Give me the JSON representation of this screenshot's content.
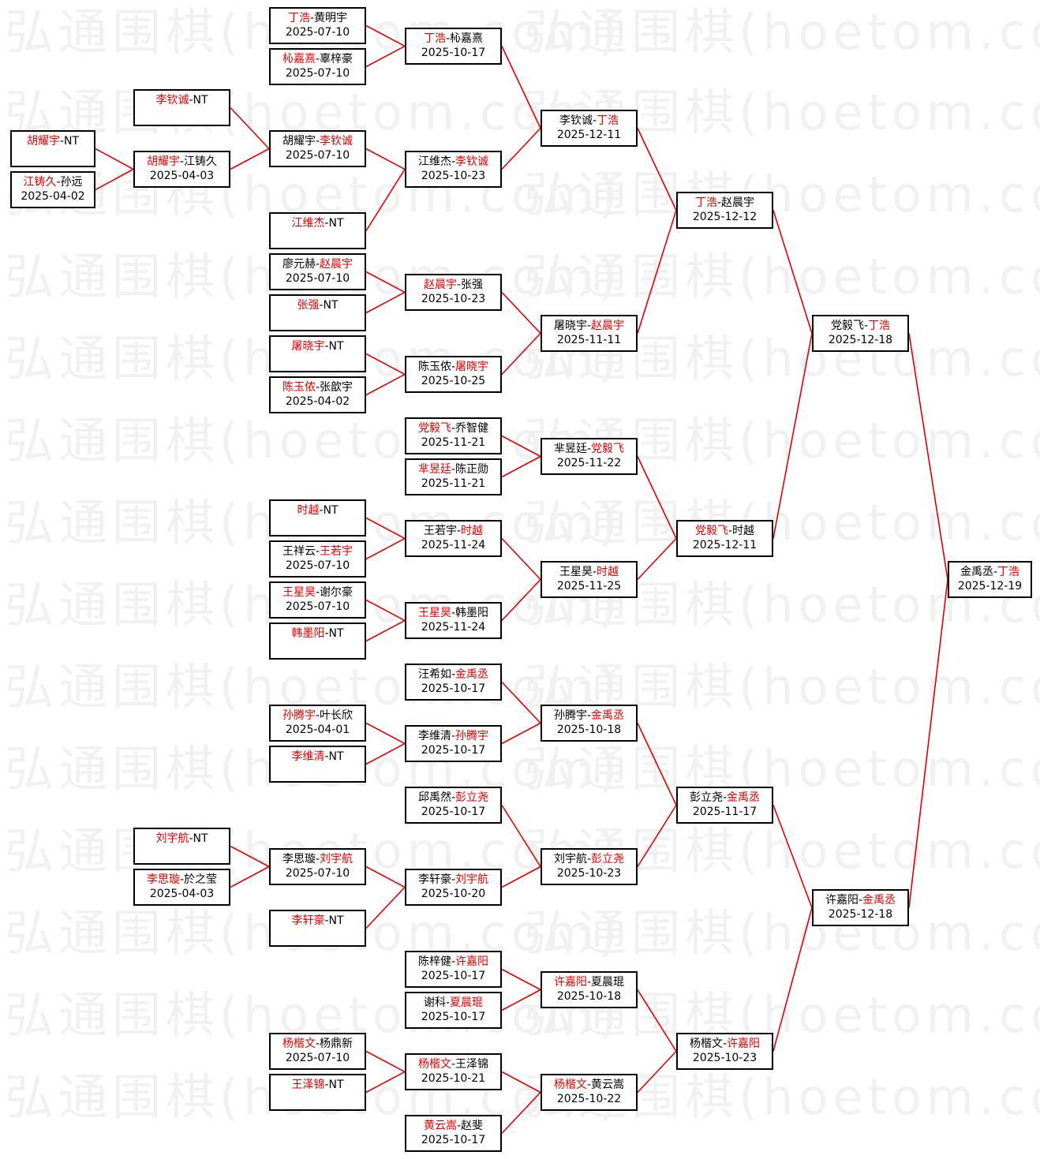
{
  "watermark": "弘通围棋(hoetom.com)",
  "colors": {
    "winner": "#e00000",
    "line": "#e00000",
    "border": "#000000",
    "watermark": "#f1f1f1"
  },
  "matches": {
    "r0_a": {
      "p1": "胡耀宇",
      "p2": "NT",
      "winner": 1,
      "date": ""
    },
    "r0_b": {
      "p1": "江铸久",
      "p2": "孙远",
      "winner": 1,
      "date": "2025-04-02"
    },
    "r1_a": {
      "p1": "李钦诚",
      "p2": "NT",
      "winner": 1,
      "date": ""
    },
    "r1_b": {
      "p1": "胡耀宇",
      "p2": "江铸久",
      "winner": 1,
      "date": "2025-04-03"
    },
    "r1_c": {
      "p1": "刘宇航",
      "p2": "NT",
      "winner": 1,
      "date": ""
    },
    "r1_d": {
      "p1": "李思璇",
      "p2": "於之莹",
      "winner": 1,
      "date": "2025-04-03"
    },
    "r2_01": {
      "p1": "丁浩",
      "p2": "黄明宇",
      "winner": 1,
      "date": "2025-07-10"
    },
    "r2_02": {
      "p1": "杺嘉熹",
      "p2": "辜梓豪",
      "winner": 1,
      "date": "2025-07-10"
    },
    "r2_03": {
      "p1": "胡耀宇",
      "p2": "李钦诚",
      "winner": 2,
      "date": "2025-07-10"
    },
    "r2_04": {
      "p1": "江维杰",
      "p2": "NT",
      "winner": 1,
      "date": ""
    },
    "r2_05": {
      "p1": "廖元赫",
      "p2": "赵晨宇",
      "winner": 2,
      "date": "2025-07-10"
    },
    "r2_06": {
      "p1": "张强",
      "p2": "NT",
      "winner": 1,
      "date": ""
    },
    "r2_07": {
      "p1": "屠晓宇",
      "p2": "NT",
      "winner": 1,
      "date": ""
    },
    "r2_08": {
      "p1": "陈玉侬",
      "p2": "张歆宇",
      "winner": 1,
      "date": "2025-04-02"
    },
    "r2_09": {
      "p1": "时越",
      "p2": "NT",
      "winner": 1,
      "date": ""
    },
    "r2_10": {
      "p1": "王祥云",
      "p2": "王若宇",
      "winner": 2,
      "date": "2025-07-10"
    },
    "r2_11": {
      "p1": "王星昊",
      "p2": "谢尔豪",
      "winner": 1,
      "date": "2025-07-10"
    },
    "r2_12": {
      "p1": "韩墨阳",
      "p2": "NT",
      "winner": 1,
      "date": ""
    },
    "r2_13": {
      "p1": "孙腾宇",
      "p2": "叶长欣",
      "winner": 1,
      "date": "2025-04-01"
    },
    "r2_14": {
      "p1": "李维清",
      "p2": "NT",
      "winner": 1,
      "date": ""
    },
    "r2_15": {
      "p1": "李思璇",
      "p2": "刘宇航",
      "winner": 2,
      "date": "2025-07-10"
    },
    "r2_16": {
      "p1": "李轩豪",
      "p2": "NT",
      "winner": 1,
      "date": ""
    },
    "r2_17": {
      "p1": "杨楷文",
      "p2": "杨鼎新",
      "winner": 1,
      "date": "2025-07-10"
    },
    "r2_18": {
      "p1": "王泽锦",
      "p2": "NT",
      "winner": 1,
      "date": ""
    },
    "r3_01": {
      "p1": "丁浩",
      "p2": "杺嘉熹",
      "winner": 1,
      "date": "2025-10-17"
    },
    "r3_02": {
      "p1": "江维杰",
      "p2": "李钦诚",
      "winner": 2,
      "date": "2025-10-23"
    },
    "r3_03": {
      "p1": "赵晨宇",
      "p2": "张强",
      "winner": 1,
      "date": "2025-10-23"
    },
    "r3_04": {
      "p1": "陈玉侬",
      "p2": "屠晓宇",
      "winner": 2,
      "date": "2025-10-25"
    },
    "r3_05": {
      "p1": "党毅飞",
      "p2": "乔智健",
      "winner": 1,
      "date": "2025-11-21"
    },
    "r3_06": {
      "p1": "芈昱廷",
      "p2": "陈正勋",
      "winner": 1,
      "date": "2025-11-21"
    },
    "r3_07": {
      "p1": "王若宇",
      "p2": "时越",
      "winner": 2,
      "date": "2025-11-24"
    },
    "r3_08": {
      "p1": "王星昊",
      "p2": "韩墨阳",
      "winner": 1,
      "date": "2025-11-24"
    },
    "r3_09": {
      "p1": "汪希如",
      "p2": "金禹丞",
      "winner": 2,
      "date": "2025-10-17"
    },
    "r3_10": {
      "p1": "李维清",
      "p2": "孙腾宇",
      "winner": 2,
      "date": "2025-10-17"
    },
    "r3_11": {
      "p1": "邱禹然",
      "p2": "彭立尧",
      "winner": 2,
      "date": "2025-10-17"
    },
    "r3_12": {
      "p1": "李轩豪",
      "p2": "刘宇航",
      "winner": 2,
      "date": "2025-10-20"
    },
    "r3_13": {
      "p1": "陈梓健",
      "p2": "许嘉阳",
      "winner": 2,
      "date": "2025-10-17"
    },
    "r3_14": {
      "p1": "谢科",
      "p2": "夏晨琨",
      "winner": 2,
      "date": "2025-10-17"
    },
    "r3_15": {
      "p1": "杨楷文",
      "p2": "王泽锦",
      "winner": 1,
      "date": "2025-10-21"
    },
    "r3_16": {
      "p1": "黄云嵩",
      "p2": "赵斐",
      "winner": 1,
      "date": "2025-10-17"
    },
    "r4_01": {
      "p1": "李钦诚",
      "p2": "丁浩",
      "winner": 2,
      "date": "2025-12-11"
    },
    "r4_02": {
      "p1": "屠晓宇",
      "p2": "赵晨宇",
      "winner": 2,
      "date": "2025-11-11"
    },
    "r4_03": {
      "p1": "芈昱廷",
      "p2": "党毅飞",
      "winner": 2,
      "date": "2025-11-22"
    },
    "r4_04": {
      "p1": "王星昊",
      "p2": "时越",
      "winner": 2,
      "date": "2025-11-25"
    },
    "r4_05": {
      "p1": "孙腾宇",
      "p2": "金禹丞",
      "winner": 2,
      "date": "2025-10-18"
    },
    "r4_06": {
      "p1": "刘宇航",
      "p2": "彭立尧",
      "winner": 2,
      "date": "2025-10-23"
    },
    "r4_07": {
      "p1": "许嘉阳",
      "p2": "夏晨琨",
      "winner": 1,
      "date": "2025-10-18"
    },
    "r4_08": {
      "p1": "杨楷文",
      "p2": "黄云嵩",
      "winner": 1,
      "date": "2025-10-22"
    },
    "r5_01": {
      "p1": "丁浩",
      "p2": "赵晨宇",
      "winner": 1,
      "date": "2025-12-12"
    },
    "r5_02": {
      "p1": "党毅飞",
      "p2": "时越",
      "winner": 1,
      "date": "2025-12-11"
    },
    "r5_03": {
      "p1": "彭立尧",
      "p2": "金禹丞",
      "winner": 2,
      "date": "2025-11-17"
    },
    "r5_04": {
      "p1": "杨楷文",
      "p2": "许嘉阳",
      "winner": 2,
      "date": "2025-10-23"
    },
    "r6_01": {
      "p1": "党毅飞",
      "p2": "丁浩",
      "winner": 2,
      "date": "2025-12-18"
    },
    "r6_02": {
      "p1": "许嘉阳",
      "p2": "金禹丞",
      "winner": 2,
      "date": "2025-12-18"
    },
    "r7_01": {
      "p1": "金禹丞",
      "p2": "丁浩",
      "winner": 2,
      "date": "2025-12-19"
    }
  }
}
